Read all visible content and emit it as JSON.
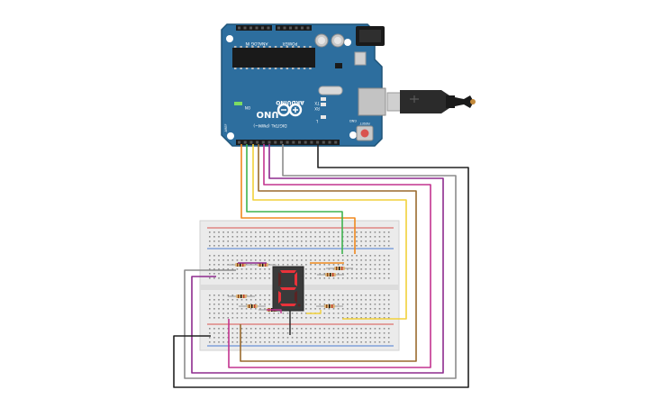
{
  "arduino": {
    "brand": "ARDUINO",
    "model": "UNO",
    "power_label": "POWER",
    "analog_label": "ANALOG IN",
    "digital_label": "DIGITAL (PWM~)",
    "tx_label": "TX",
    "rx_label": "RX",
    "aref_label": "AREF",
    "gnd_label": "GND",
    "reset_label": "RESET",
    "on_label": "ON",
    "l_label": "L"
  },
  "display": {
    "digit": "2",
    "segment_color": "#e8323a"
  },
  "colors": {
    "board": "#2d6e9e",
    "board_dark": "#1f5478",
    "breadboard": "#ebebeb",
    "rail_red": "#d9534f",
    "rail_blue": "#4a7bd0",
    "wire_orange": "#f0891e",
    "wire_green": "#3fb34f",
    "wire_yellow": "#f2d13a",
    "wire_purple": "#8e2b8e",
    "wire_magenta": "#c2338f",
    "wire_brown": "#9a6a2e",
    "wire_gray": "#8c8c8c",
    "wire_black": "#222222"
  }
}
